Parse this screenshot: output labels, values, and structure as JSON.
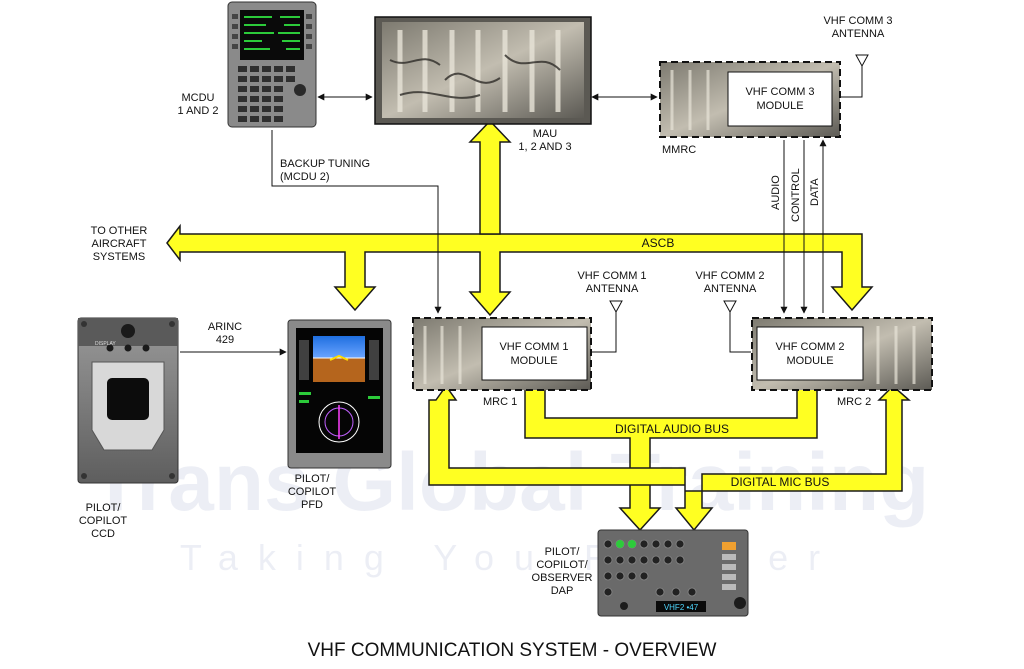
{
  "title": "VHF COMMUNICATION SYSTEM - OVERVIEW",
  "watermark": {
    "line1": "Trans Global Training",
    "line2": "Taking You Further"
  },
  "colors": {
    "bus_fill": "#ffff22",
    "bus_stroke": "#1a1a1a",
    "module_fill": "#ffffff",
    "photo_dark": "#4a4a4a",
    "photo_light": "#9a9a8e"
  },
  "components": {
    "mcdu": {
      "line1": "MCDU",
      "line2": "1 AND 2"
    },
    "mau": {
      "line1": "MAU",
      "line2": "1, 2 AND 3"
    },
    "mmrc": {
      "label": "MMRC"
    },
    "vhf3_module": {
      "line1": "VHF COMM 3",
      "line2": "MODULE"
    },
    "vhf3_antenna": {
      "line1": "VHF COMM 3",
      "line2": "ANTENNA"
    },
    "vhf1_module": {
      "line1": "VHF COMM 1",
      "line2": "MODULE"
    },
    "vhf1_antenna": {
      "line1": "VHF COMM 1",
      "line2": "ANTENNA"
    },
    "vhf2_module": {
      "line1": "VHF COMM 2",
      "line2": "MODULE"
    },
    "vhf2_antenna": {
      "line1": "VHF COMM 2",
      "line2": "ANTENNA"
    },
    "mrc1": {
      "label": "MRC 1"
    },
    "mrc2": {
      "label": "MRC 2"
    },
    "ccd": {
      "line1": "PILOT/",
      "line2": "COPILOT",
      "line3": "CCD",
      "display_label": "DISPLAY"
    },
    "pfd": {
      "line1": "PILOT/",
      "line2": "COPILOT",
      "line3": "PFD"
    },
    "dap": {
      "line1": "PILOT/",
      "line2": "COPILOT/",
      "line3": "OBSERVER",
      "line4": "DAP",
      "display_text": "VHF2 •47"
    }
  },
  "buses": {
    "ascb": "ASCB",
    "digital_audio": "DIGITAL AUDIO BUS",
    "digital_mic": "DIGITAL MIC BUS",
    "to_other": {
      "line1": "TO OTHER",
      "line2": "AIRCRAFT",
      "line3": "SYSTEMS"
    }
  },
  "signals": {
    "backup_tuning": {
      "line1": "BACKUP TUNING",
      "line2": "(MCDU 2)"
    },
    "arinc": {
      "line1": "ARINC",
      "line2": "429"
    },
    "audio": "AUDIO",
    "control": "CONTROL",
    "data": "DATA"
  }
}
